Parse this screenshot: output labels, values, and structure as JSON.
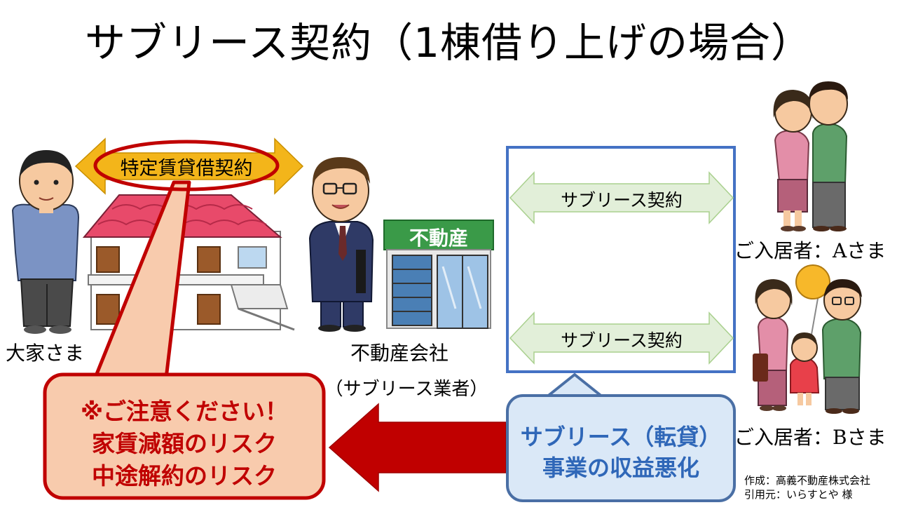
{
  "title": "サブリース契約（1棟借り上げの場合）",
  "landlord_label": "大家さま",
  "company_label_1": "不動産会社",
  "company_label_2": "（サブリース業者）",
  "shop_sign": "不動産",
  "specific_contract_label": "特定賃貸借契約",
  "sublease_contract_1": "サブリース契約",
  "sublease_contract_2": "サブリース契約",
  "tenant_a_label": "ご入居者：Aさま",
  "tenant_b_label": "ご入居者：Bさま",
  "warning": {
    "line1": "※ご注意ください！",
    "line2": "家賃減額のリスク",
    "line3": "中途解約のリスク"
  },
  "sublease_business": {
    "line1": "サブリース（転貸）",
    "line2": "事業の収益悪化"
  },
  "credit": {
    "line1": "作成：高義不動産株式会社",
    "line2": "引用元：いらすとや 様"
  },
  "colors": {
    "red": "#c00000",
    "gold": "#f3b51a",
    "blue": "#4472c4",
    "light_green": "#e2efd9",
    "green_border": "#a9d08e",
    "salmon": "#f8cbad",
    "light_blue": "#dae8f7"
  }
}
